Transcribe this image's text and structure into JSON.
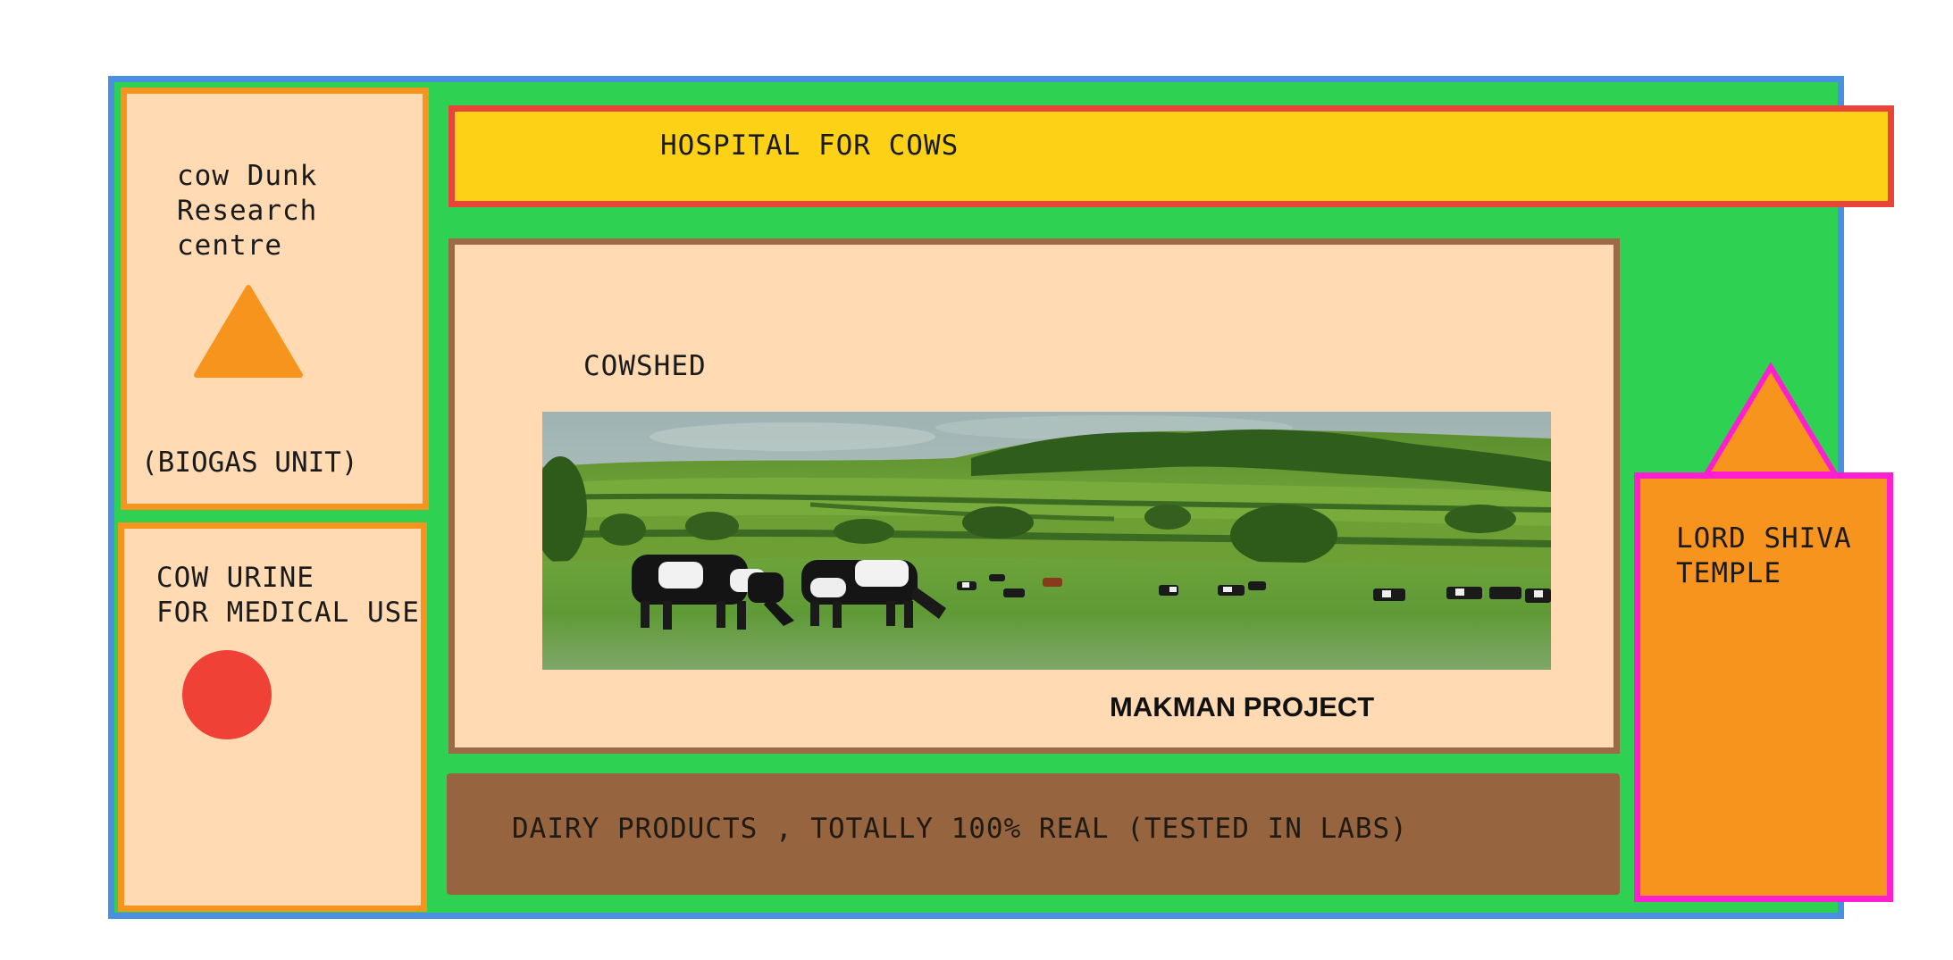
{
  "colors": {
    "field": "#2ed152",
    "field_border": "#4a90e2",
    "panel": "#ffdab2",
    "orange": "#f7941d",
    "hospital_bar": "#fcd116",
    "hospital_border": "#e8443a",
    "cowshed_border": "#9c6a45",
    "dairy_bar": "#96643e",
    "temple_border": "#ff1fd0",
    "urine_dot": "#ef4136"
  },
  "labels": {
    "research_centre": "cow Dunk\nResearch\ncentre",
    "biogas": "(BIOGAS UNIT)",
    "cow_urine": "COW URINE\nFOR MEDICAL USE",
    "hospital": "HOSPITAL FOR COWS",
    "cowshed": "COWSHED",
    "project": "MAKMAN PROJECT",
    "dairy": "DAIRY PRODUCTS , TOTALLY 100% REAL (TESTED IN LABS)",
    "temple": "LORD SHIVA\nTEMPLE"
  },
  "icons": {
    "biogas": "triangle",
    "urine": "circle",
    "temple": "triangle"
  },
  "image": {
    "subject": "cows grazing in green pasture"
  }
}
